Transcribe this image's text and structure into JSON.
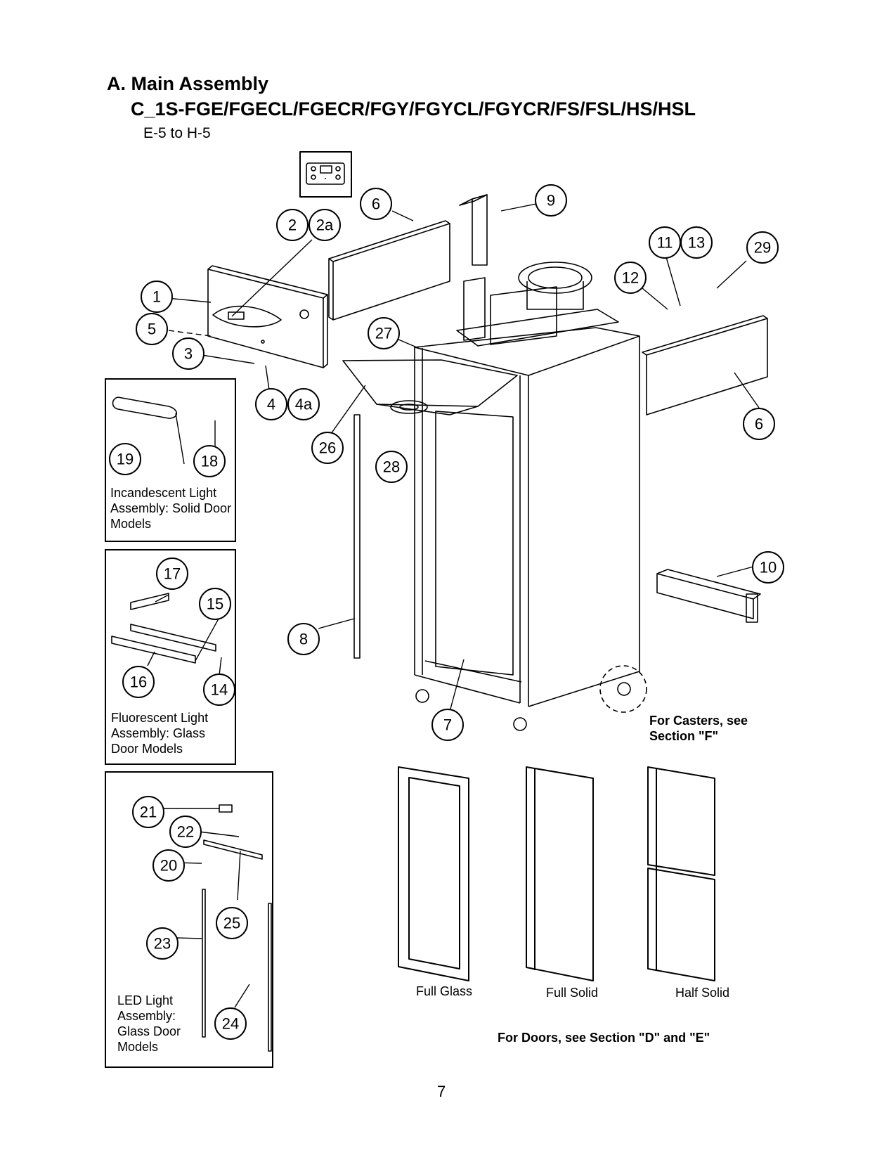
{
  "header": {
    "title": "A. Main Assembly",
    "models": "C_1S-FGE/FGECL/FGECR/FGY/FGYCL/FGYCR/FS/FSL/HS/HSL",
    "serial_range": "E-5 to H-5"
  },
  "callouts": {
    "c1": "1",
    "c2": "2",
    "c2a": "2a",
    "c3": "3",
    "c4": "4",
    "c4a": "4a",
    "c5": "5",
    "c6a": "6",
    "c6b": "6",
    "c7": "7",
    "c8": "8",
    "c9": "9",
    "c10": "10",
    "c11": "11",
    "c12": "12",
    "c13": "13",
    "c14": "14",
    "c15": "15",
    "c16": "16",
    "c17": "17",
    "c18": "18",
    "c19": "19",
    "c20": "20",
    "c21": "21",
    "c22": "22",
    "c23": "23",
    "c24": "24",
    "c25": "25",
    "c26": "26",
    "c27": "27",
    "c28": "28",
    "c29": "29"
  },
  "insets": {
    "incandescent": {
      "line1": "Incandescent Light",
      "line2": "Assembly: Solid Door",
      "line3": "Models"
    },
    "fluorescent": {
      "line1": "Fluorescent Light",
      "line2": "Assembly: Glass",
      "line3": "Door Models"
    },
    "led": {
      "line1": "LED Light",
      "line2": "Assembly:",
      "line3": "Glass Door",
      "line4": "Models"
    }
  },
  "notes": {
    "casters_line1": "For Casters, see",
    "casters_line2": "Section \"F\"",
    "doors": "For Doors, see Section \"D\" and \"E\""
  },
  "doors": {
    "full_glass": "Full Glass",
    "full_solid": "Full Solid",
    "half_solid": "Half Solid"
  },
  "footer": {
    "page_number": "7"
  }
}
